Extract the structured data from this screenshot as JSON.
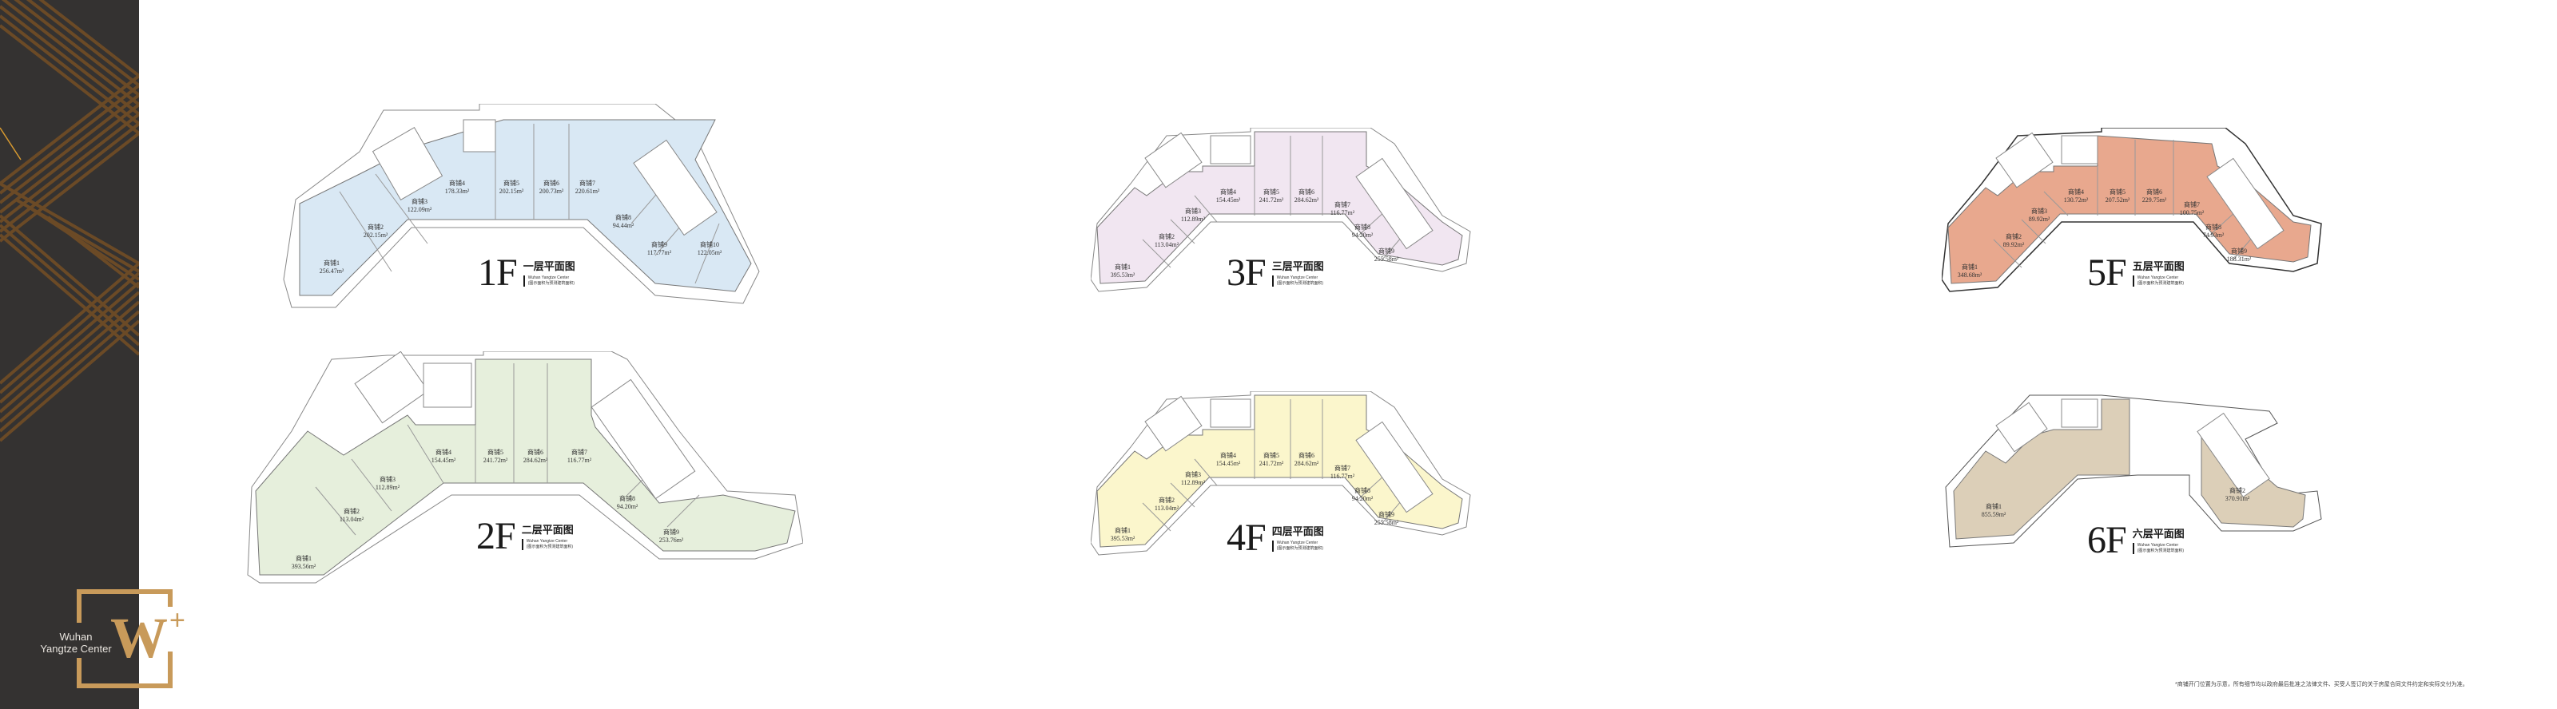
{
  "brand": {
    "line1": "Wuhan",
    "line2": "Yangtze Center",
    "mark": "W",
    "plus": "+",
    "accent_color": "#c89a5a",
    "sidebar_color": "#343231"
  },
  "store_word": "商铺",
  "floors": [
    {
      "id": "1F",
      "title_cn": "一层平面图",
      "subtitle_en": "Wuhan Yangtze Center",
      "note": "(图示面积为预测建筑面积)",
      "fill_color": "#d9e8f4",
      "stores": [
        {
          "name": "商铺1",
          "area": "256.47m²"
        },
        {
          "name": "商铺2",
          "area": "202.15m²"
        },
        {
          "name": "商铺3",
          "area": "122.09m²"
        },
        {
          "name": "商铺4",
          "area": "178.33m²"
        },
        {
          "name": "商铺5",
          "area": "202.15m²"
        },
        {
          "name": "商铺6",
          "area": "200.73m²"
        },
        {
          "name": "商铺7",
          "area": "220.61m²"
        },
        {
          "name": "商铺8",
          "area": "94.44m²"
        },
        {
          "name": "商铺9",
          "area": "117.77m²"
        },
        {
          "name": "商铺10",
          "area": "122.05m²"
        }
      ]
    },
    {
      "id": "2F",
      "title_cn": "二层平面图",
      "subtitle_en": "Wuhan Yangtze Center",
      "note": "(图示面积为预测建筑面积)",
      "fill_color": "#e6efdc",
      "stores": [
        {
          "name": "商铺1",
          "area": "393.56m²"
        },
        {
          "name": "商铺2",
          "area": "113.04m²"
        },
        {
          "name": "商铺3",
          "area": "112.89m²"
        },
        {
          "name": "商铺4",
          "area": "154.45m²"
        },
        {
          "name": "商铺5",
          "area": "241.72m²"
        },
        {
          "name": "商铺6",
          "area": "284.62m²"
        },
        {
          "name": "商铺7",
          "area": "116.77m²"
        },
        {
          "name": "商铺8",
          "area": "94.20m²"
        },
        {
          "name": "商铺9",
          "area": "253.76m²"
        }
      ]
    },
    {
      "id": "3F",
      "title_cn": "三层平面图",
      "subtitle_en": "Wuhan Yangtze Center",
      "note": "(图示面积为预测建筑面积)",
      "fill_color": "#f1e6f1",
      "stores": [
        {
          "name": "商铺1",
          "area": "395.53m²"
        },
        {
          "name": "商铺2",
          "area": "113.04m²"
        },
        {
          "name": "商铺3",
          "area": "112.89m²"
        },
        {
          "name": "商铺4",
          "area": "154.45m²"
        },
        {
          "name": "商铺5",
          "area": "241.72m²"
        },
        {
          "name": "商铺6",
          "area": "284.62m²"
        },
        {
          "name": "商铺7",
          "area": "116.77m²"
        },
        {
          "name": "商铺8",
          "area": "94.20m²"
        },
        {
          "name": "商铺9",
          "area": "255.58m²"
        }
      ]
    },
    {
      "id": "4F",
      "title_cn": "四层平面图",
      "subtitle_en": "Wuhan Yangtze Center",
      "note": "(图示面积为预测建筑面积)",
      "fill_color": "#fbf6cc",
      "stores": [
        {
          "name": "商铺1",
          "area": "395.53m²"
        },
        {
          "name": "商铺2",
          "area": "113.04m²"
        },
        {
          "name": "商铺3",
          "area": "112.89m²"
        },
        {
          "name": "商铺4",
          "area": "154.45m²"
        },
        {
          "name": "商铺5",
          "area": "241.72m²"
        },
        {
          "name": "商铺6",
          "area": "284.62m²"
        },
        {
          "name": "商铺7",
          "area": "116.77m²"
        },
        {
          "name": "商铺8",
          "area": "94.20m²"
        },
        {
          "name": "商铺9",
          "area": "255.58m²"
        }
      ]
    },
    {
      "id": "5F",
      "title_cn": "五层平面图",
      "subtitle_en": "Wuhan Yangtze Center",
      "note": "(图示面积为预测建筑面积)",
      "fill_color": "#e8a88e",
      "stores": [
        {
          "name": "商铺1",
          "area": "348.68m²"
        },
        {
          "name": "商铺2",
          "area": "89.92m²"
        },
        {
          "name": "商铺3",
          "area": "89.92m²"
        },
        {
          "name": "商铺4",
          "area": "130.72m²"
        },
        {
          "name": "商铺5",
          "area": "207.52m²"
        },
        {
          "name": "商铺6",
          "area": "229.75m²"
        },
        {
          "name": "商铺7",
          "area": "100.75m²"
        },
        {
          "name": "商铺8",
          "area": "74.93m²"
        },
        {
          "name": "商铺9",
          "area": "188.31m²"
        }
      ]
    },
    {
      "id": "6F",
      "title_cn": "六层平面图",
      "subtitle_en": "Wuhan Yangtze Center",
      "note": "(图示面积为预测建筑面积)",
      "fill_color": "#dccfb8",
      "stores": [
        {
          "name": "商铺1",
          "area": "855.59m²"
        },
        {
          "name": "商铺2",
          "area": "370.91m²"
        }
      ]
    }
  ],
  "disclaimer": "*商铺开门位置为示意，所有细节均以政府最后批准之法律文件、买受人签订的关于房屋合同文件约定和实际交付为准。"
}
